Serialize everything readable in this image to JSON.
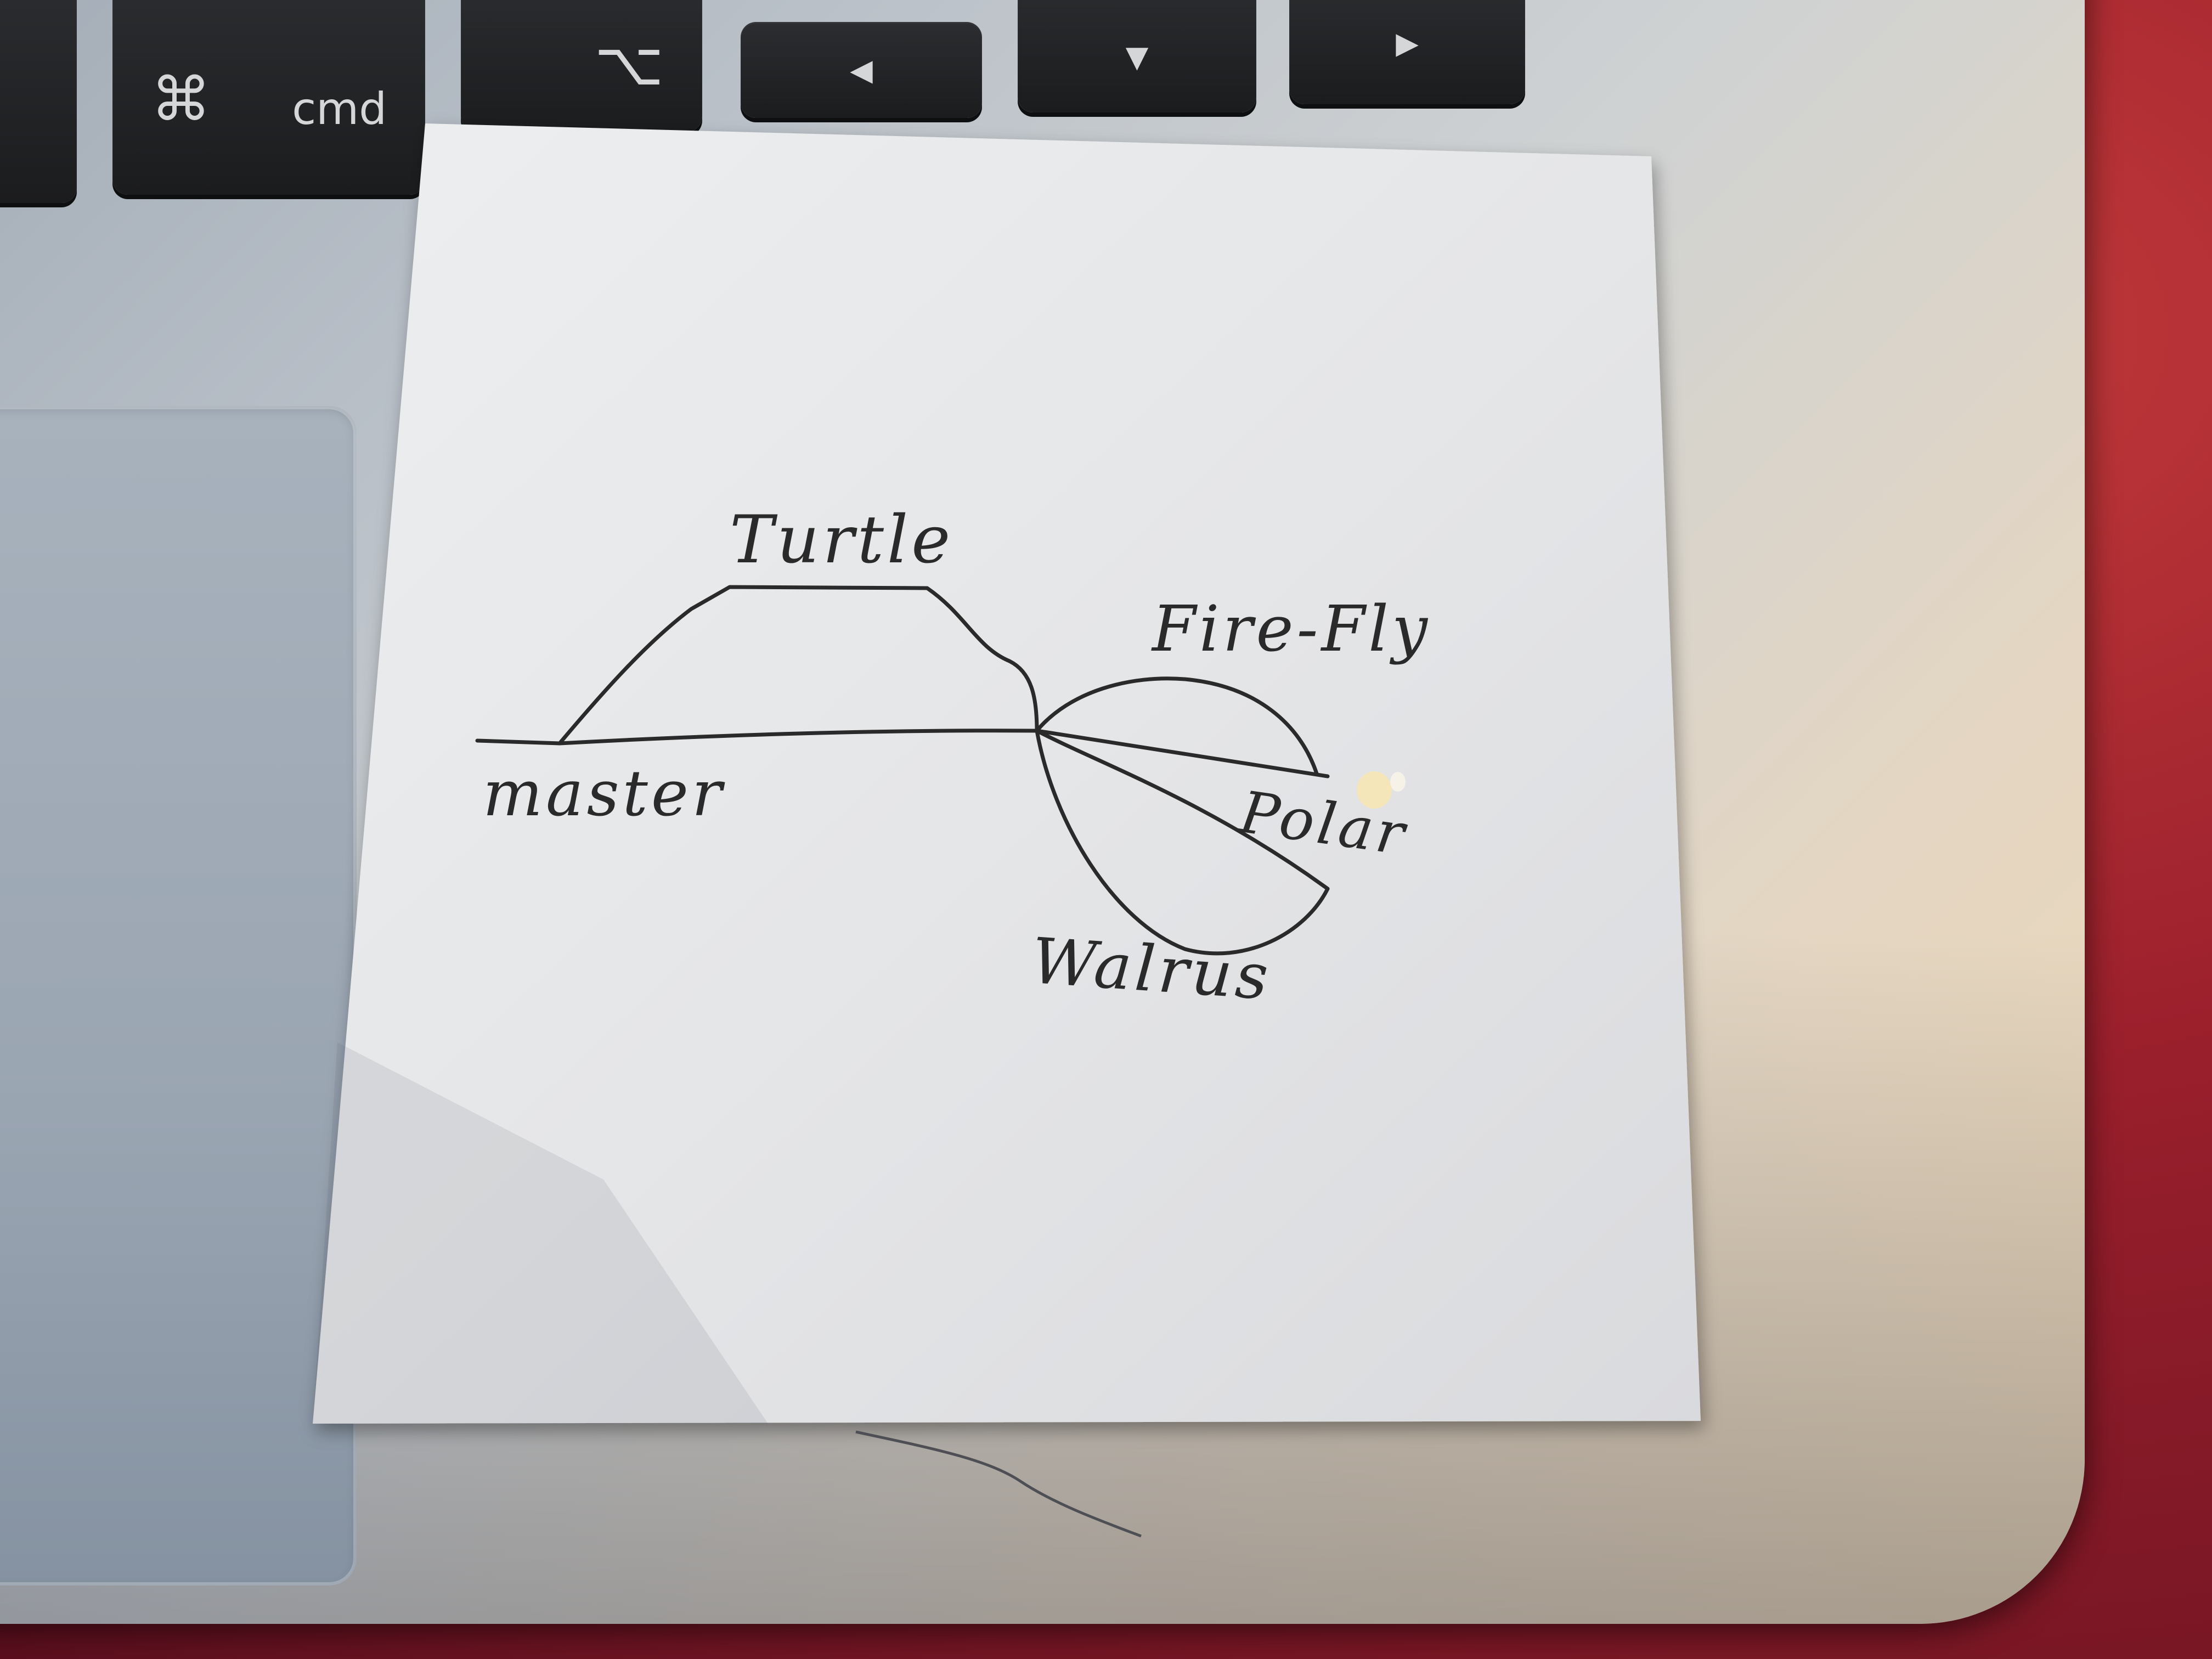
{
  "scene": {
    "keyboard": {
      "keys": [
        {
          "id": "cmd",
          "glyph": "⌘",
          "label": "cmd"
        },
        {
          "id": "option",
          "glyph": "⌥",
          "label": ""
        },
        {
          "id": "left",
          "glyph": "◀",
          "label": ""
        },
        {
          "id": "down",
          "glyph": "▼",
          "label": ""
        },
        {
          "id": "right",
          "glyph": "▶",
          "label": ""
        }
      ]
    },
    "note": {
      "labels": {
        "master": "master",
        "turtle": "Turtle",
        "firefly": "Fire-Fly",
        "polar": "Polar",
        "walrus": "Walrus"
      }
    },
    "colors": {
      "paper": "#e6e7e9",
      "ink": "#2a2a2a",
      "fabric": "#9a1f2c",
      "aluminium": "#c9cdd1"
    }
  }
}
